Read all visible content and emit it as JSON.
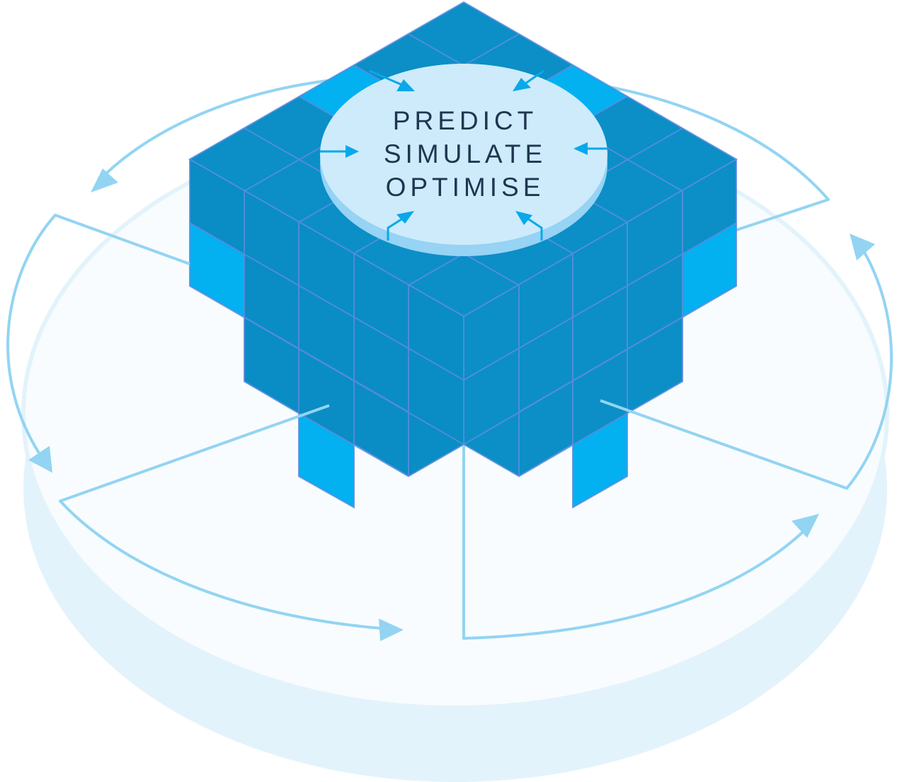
{
  "labels": {
    "line1": "PREDICT",
    "line2": "SIMULATE",
    "line3": "OPTIMISE"
  },
  "colors": {
    "cube": "#0b8fc6",
    "cube_highlight": "#03b0f0",
    "grid": "#5b8de0",
    "disc": "#cdebfb",
    "flow": "#93d4f3",
    "platform": "#e4f3fb",
    "text": "#1f3550"
  }
}
